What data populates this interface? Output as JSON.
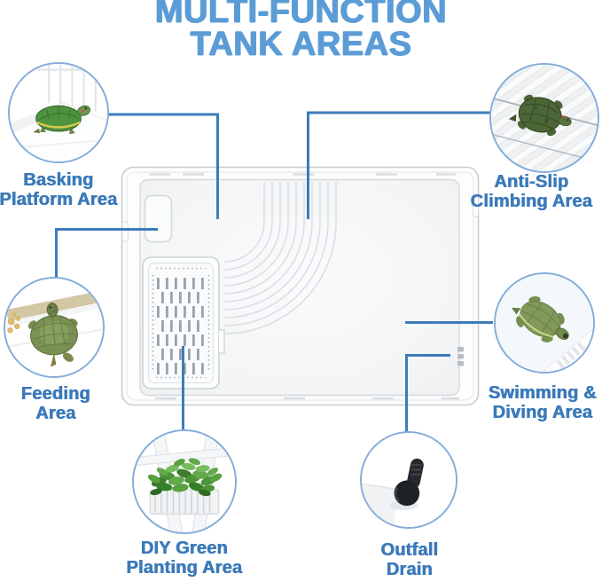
{
  "title": {
    "line1": "MULTI-FUNCTION",
    "line2": "TANK AREAS"
  },
  "colors": {
    "title_blue": "#5B9CD6",
    "label_blue": "#3B7AB9",
    "connector_blue": "#3D7BBB",
    "circle_border": "#84ACDA"
  },
  "callouts": [
    {
      "id": "basking",
      "label_line1": "Basking",
      "label_line2": "Platform Area",
      "photo": "turtle-basking-on-white-platform"
    },
    {
      "id": "anti_slip",
      "label_line1": "Anti-Slip",
      "label_line2": "Climbing Area",
      "photo": "turtle-climbing-ribbed-ramp"
    },
    {
      "id": "feeding",
      "label_line1": "Feeding",
      "label_line2": "Area",
      "photo": "turtle-in-feeding-tray-with-pellets"
    },
    {
      "id": "swimming",
      "label_line1": "Swimming &",
      "label_line2": "Diving Area",
      "photo": "turtle-swimming-top-view"
    },
    {
      "id": "planting",
      "label_line1": "DIY Green",
      "label_line2": "Planting Area",
      "photo": "green-plants-in-planter-basket"
    },
    {
      "id": "outfall",
      "label_line1": "Outfall",
      "label_line2": "Drain",
      "photo": "black-outfall-drain-plug"
    }
  ],
  "diagram": {
    "subject": "turtle-tank-top-view"
  }
}
